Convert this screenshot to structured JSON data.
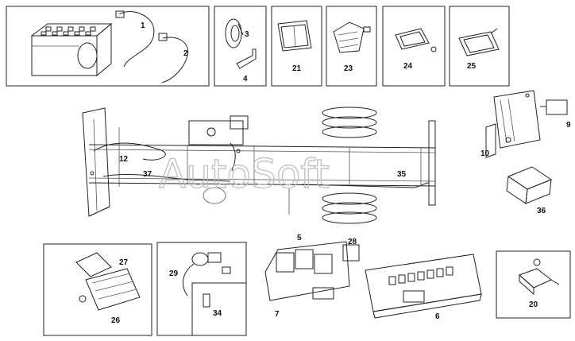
{
  "watermark": "AutoSoft",
  "callouts": [
    "1",
    "2",
    "3",
    "4",
    "21",
    "23",
    "24",
    "25",
    "9",
    "10",
    "12",
    "37",
    "35",
    "36",
    "5",
    "28",
    "7",
    "6",
    "27",
    "26",
    "29",
    "34",
    "20"
  ]
}
